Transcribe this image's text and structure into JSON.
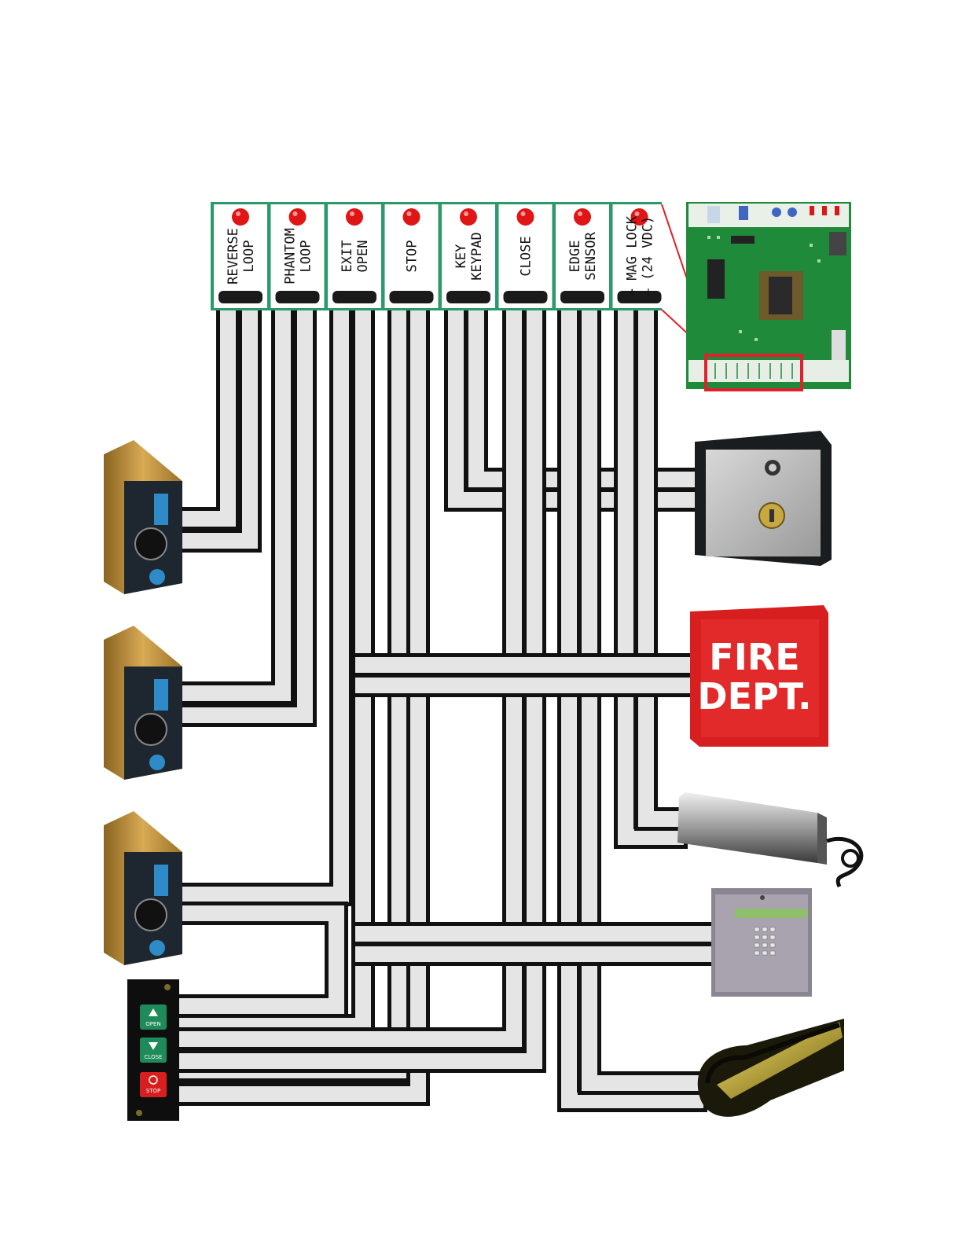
{
  "terminals": [
    {
      "line1": "REVERSE",
      "line2": "LOOP"
    },
    {
      "line1": "PHANTOM",
      "line2": "LOOP"
    },
    {
      "line1": "EXIT",
      "line2": "OPEN"
    },
    {
      "line1": "STOP",
      "line2": ""
    },
    {
      "line1": "KEY",
      "line2": "KEYPAD"
    },
    {
      "line1": "CLOSE",
      "line2": ""
    },
    {
      "line1": "EDGE",
      "line2": "SENSOR"
    },
    {
      "line1": "+ MAG LOCK",
      "line2": "– (24 VDC)"
    }
  ],
  "fire_box": {
    "line1": "FIRE",
    "line2": "DEPT."
  },
  "button_station": {
    "open": "OPEN",
    "close": "CLOSE",
    "stop": "STOP"
  },
  "colors": {
    "terminal_strip": "#2a9a6a",
    "led": "#e01515",
    "wire_fill": "#e5e5e5",
    "wire_border": "#111111",
    "fire_red": "#d81f1f",
    "pcb_green": "#1f8a3a",
    "highlight": "#e0202a"
  },
  "icons": [
    "vehicle-loop-detector",
    "key-switch-box",
    "fire-dept-box",
    "mag-lock",
    "keypad",
    "edge-sensor",
    "button-station",
    "controller-board"
  ]
}
